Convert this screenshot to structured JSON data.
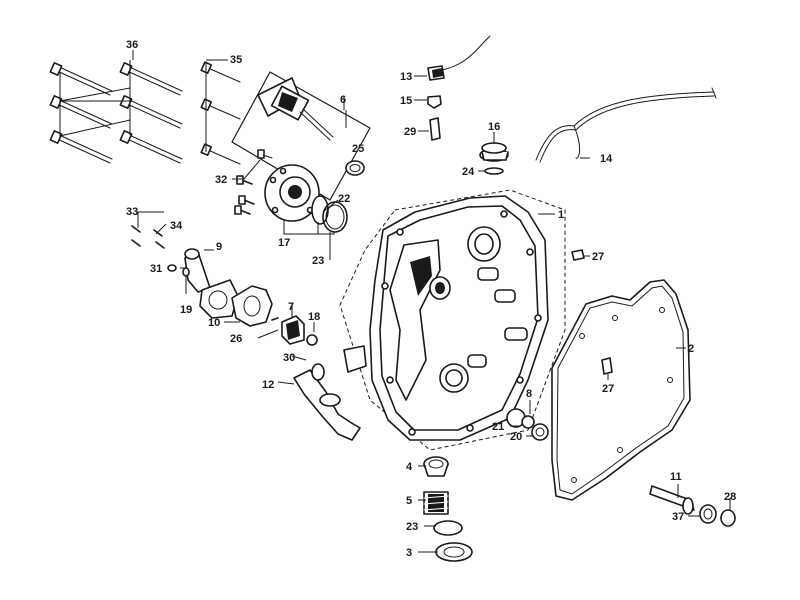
{
  "diagram": {
    "callouts": [
      {
        "id": "c36",
        "text": "36"
      },
      {
        "id": "c35",
        "text": "35"
      },
      {
        "id": "c6",
        "text": "6"
      },
      {
        "id": "c13",
        "text": "13"
      },
      {
        "id": "c15",
        "text": "15"
      },
      {
        "id": "c29",
        "text": "29"
      },
      {
        "id": "c16",
        "text": "16"
      },
      {
        "id": "c24",
        "text": "24"
      },
      {
        "id": "c14",
        "text": "14"
      },
      {
        "id": "c25",
        "text": "25"
      },
      {
        "id": "c32",
        "text": "32"
      },
      {
        "id": "c22",
        "text": "22"
      },
      {
        "id": "c17",
        "text": "17"
      },
      {
        "id": "c23a",
        "text": "23"
      },
      {
        "id": "c1",
        "text": "1"
      },
      {
        "id": "c33",
        "text": "33"
      },
      {
        "id": "c34",
        "text": "34"
      },
      {
        "id": "c9",
        "text": "9"
      },
      {
        "id": "c31",
        "text": "31"
      },
      {
        "id": "c19",
        "text": "19"
      },
      {
        "id": "c27a",
        "text": "27"
      },
      {
        "id": "c10",
        "text": "10"
      },
      {
        "id": "c7",
        "text": "7"
      },
      {
        "id": "c18",
        "text": "18"
      },
      {
        "id": "c26",
        "text": "26"
      },
      {
        "id": "c2",
        "text": "2"
      },
      {
        "id": "c30",
        "text": "30"
      },
      {
        "id": "c27b",
        "text": "27"
      },
      {
        "id": "c12",
        "text": "12"
      },
      {
        "id": "c8",
        "text": "8"
      },
      {
        "id": "c21",
        "text": "21"
      },
      {
        "id": "c20",
        "text": "20"
      },
      {
        "id": "c4",
        "text": "4"
      },
      {
        "id": "c11",
        "text": "11"
      },
      {
        "id": "c5",
        "text": "5"
      },
      {
        "id": "c28",
        "text": "28"
      },
      {
        "id": "c37",
        "text": "37"
      },
      {
        "id": "c23b",
        "text": "23"
      },
      {
        "id": "c3",
        "text": "3"
      }
    ]
  }
}
